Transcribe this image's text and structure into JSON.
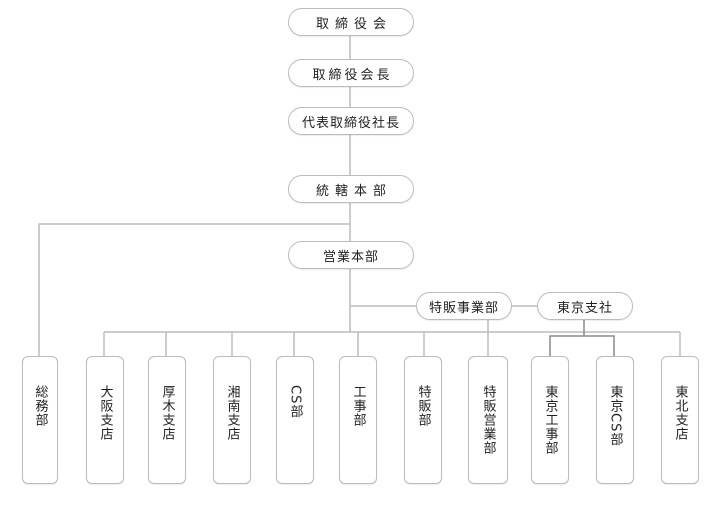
{
  "top_chain": {
    "board": "取締役会",
    "chairman": "取締役会長",
    "president": "代表取締役社長",
    "general_hq": "統轄本部",
    "sales_hq": "営業本部"
  },
  "branches": {
    "special_sales": "特販事業部",
    "tokyo_branch": "東京支社"
  },
  "departments": [
    "総務部",
    "大阪支店",
    "厚木支店",
    "湘南支店",
    "CS部",
    "工事部",
    "特販部",
    "特販営業部",
    "東京工事部",
    "東京CS部",
    "東北支店"
  ],
  "colors": {
    "line": "#bcbcbc",
    "tokyo_line": "#8a8a8a",
    "text": "#222222"
  }
}
